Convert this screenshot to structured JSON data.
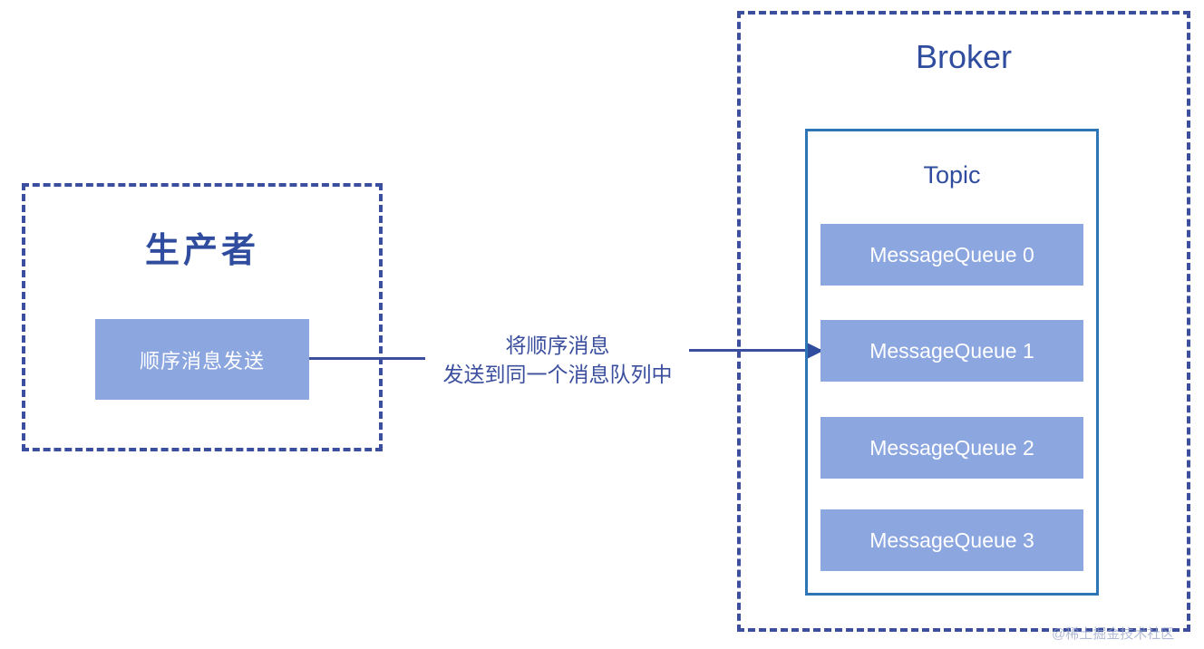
{
  "diagram": {
    "producer": {
      "title": "生产者",
      "action_box_label": "顺序消息发送"
    },
    "connector": {
      "label_line1": "将顺序消息",
      "label_line2": "发送到同一个消息队列中",
      "arrow_target": "MessageQueue 1"
    },
    "broker": {
      "title": "Broker",
      "topic": {
        "title": "Topic",
        "queues": [
          {
            "label": "MessageQueue 0"
          },
          {
            "label": "MessageQueue 1"
          },
          {
            "label": "MessageQueue 2"
          },
          {
            "label": "MessageQueue 3"
          }
        ]
      }
    },
    "watermark": "@稀土掘金技术社区",
    "colors": {
      "dashed_border": "#3b4f9e",
      "topic_border": "#2e75b6",
      "box_fill": "#8ca6e0",
      "text_navy": "#2f4c9e",
      "box_text": "#ffffff",
      "watermark": "#9aa6c9"
    }
  }
}
